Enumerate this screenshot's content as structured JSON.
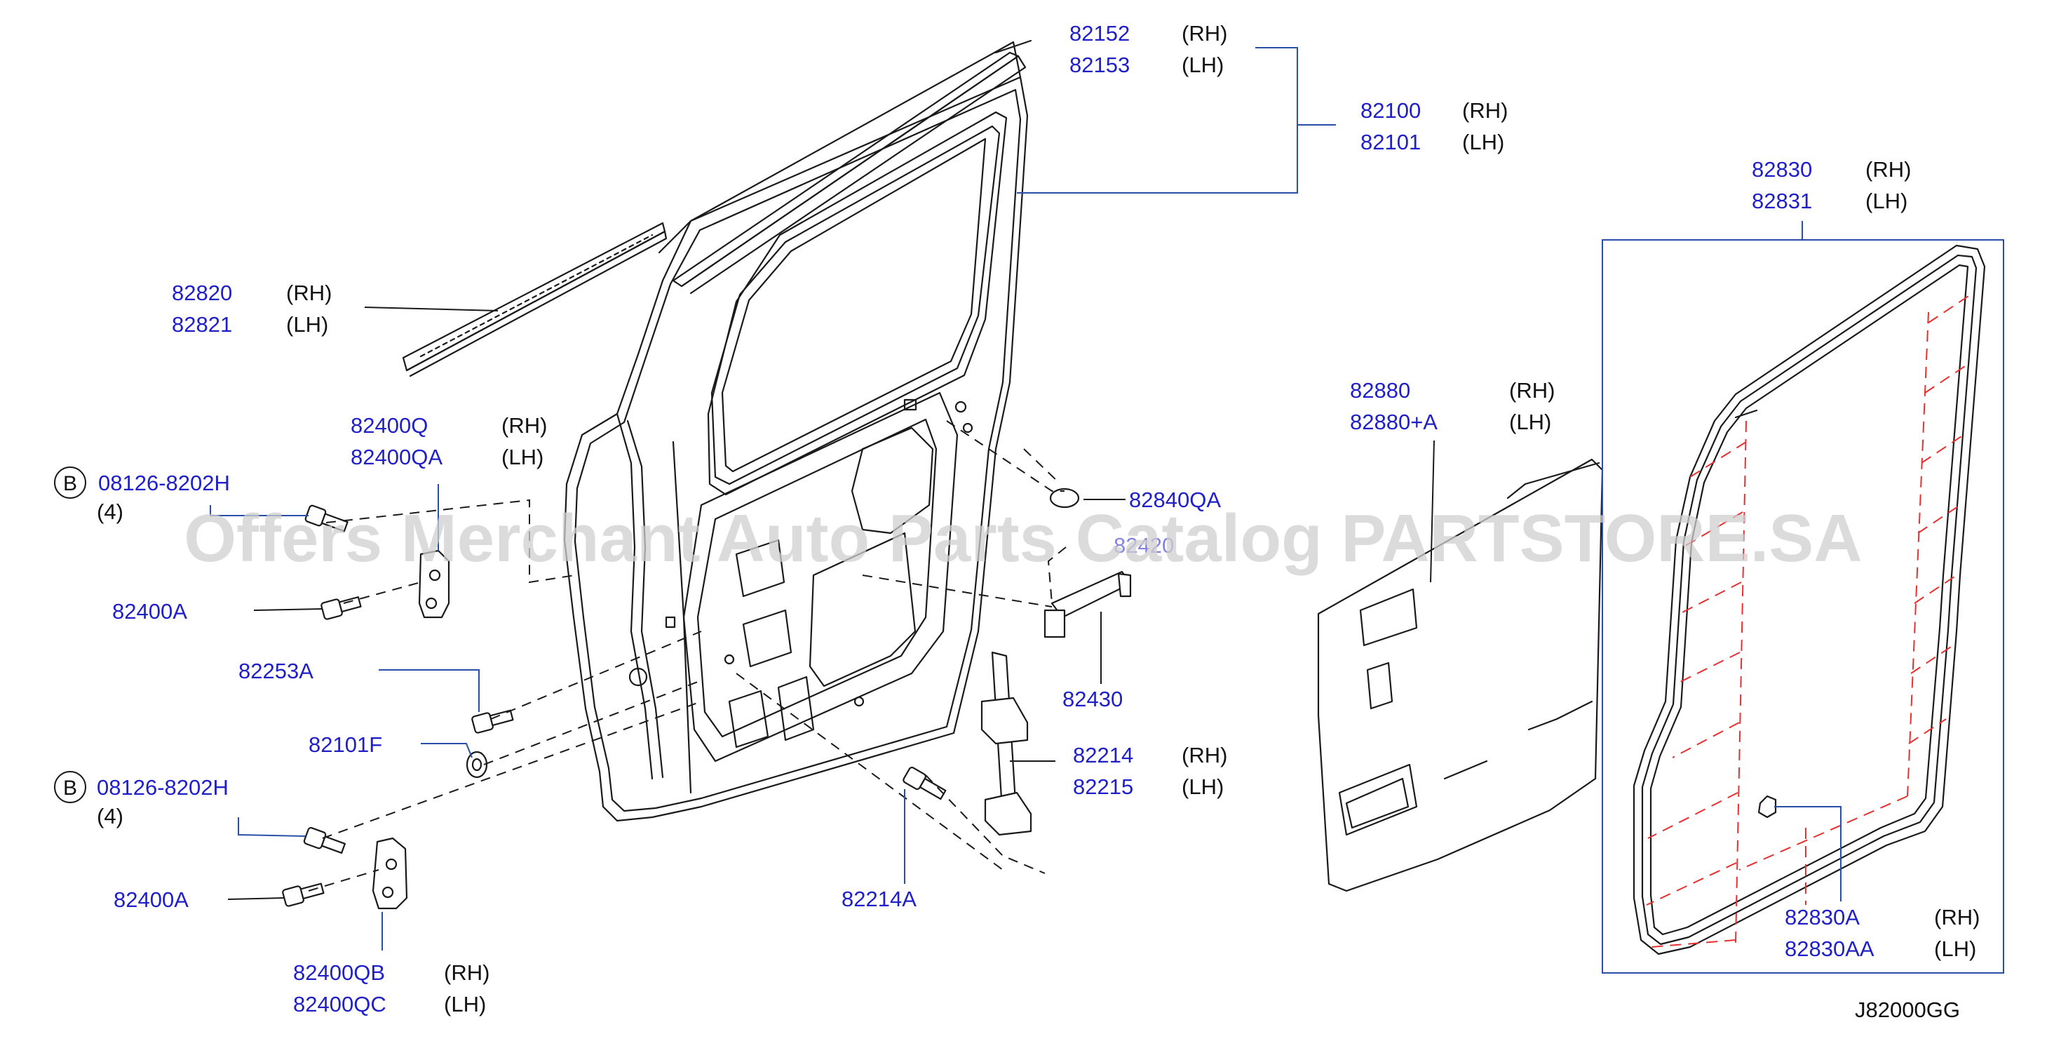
{
  "watermark": "Offers Merchant Auto Parts Catalog PARTSTORE.SA",
  "diagram_code": "J82000GG",
  "callouts": [
    {
      "id": "c82152",
      "part": "82152",
      "side": "(RH)"
    },
    {
      "id": "c82153",
      "part": "82153",
      "side": "(LH)"
    },
    {
      "id": "c82100",
      "part": "82100",
      "side": "(RH)"
    },
    {
      "id": "c82101",
      "part": "82101",
      "side": "(LH)"
    },
    {
      "id": "c82820",
      "part": "82820",
      "side": "(RH)"
    },
    {
      "id": "c82821",
      "part": "82821",
      "side": "(LH)"
    },
    {
      "id": "c82400Q",
      "part": "82400Q",
      "side": "(RH)"
    },
    {
      "id": "c82400QA",
      "part": "82400QA",
      "side": "(LH)"
    },
    {
      "id": "c08126a",
      "part": "08126-8202H",
      "side": "(4)"
    },
    {
      "id": "c82400A1",
      "part": "82400A",
      "side": ""
    },
    {
      "id": "c82253A",
      "part": "82253A",
      "side": ""
    },
    {
      "id": "c82101F",
      "part": "82101F",
      "side": ""
    },
    {
      "id": "c08126b",
      "part": "08126-8202H",
      "side": "(4)"
    },
    {
      "id": "c82400A2",
      "part": "82400A",
      "side": ""
    },
    {
      "id": "c82400QB",
      "part": "82400QB",
      "side": "(RH)"
    },
    {
      "id": "c82400QC",
      "part": "82400QC",
      "side": "(LH)"
    },
    {
      "id": "c82840QA",
      "part": "82840QA",
      "side": ""
    },
    {
      "id": "c82430",
      "part": "82430",
      "side": ""
    },
    {
      "id": "c82214",
      "part": "82214",
      "side": "(RH)"
    },
    {
      "id": "c82215",
      "part": "82215",
      "side": "(LH)"
    },
    {
      "id": "c82214A",
      "part": "82214A",
      "side": ""
    },
    {
      "id": "c82880",
      "part": "82880",
      "side": "(RH)"
    },
    {
      "id": "c82880A",
      "part": "82880+A",
      "side": "(LH)"
    },
    {
      "id": "c82830",
      "part": "82830",
      "side": "(RH)"
    },
    {
      "id": "c82831",
      "part": "82831",
      "side": "(LH)"
    },
    {
      "id": "c82830A",
      "part": "82830A",
      "side": "(RH)"
    },
    {
      "id": "c82830AA",
      "part": "82830AA",
      "side": "(LH)"
    }
  ],
  "circle_badges": [
    "B",
    "B"
  ],
  "partial_label": "82420"
}
